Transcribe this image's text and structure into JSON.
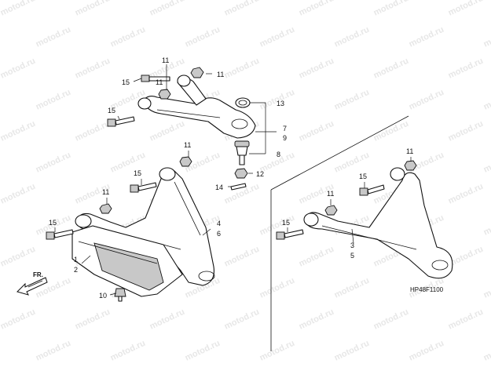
{
  "watermark": "motod.ru",
  "diagram_code": "HP48F1100",
  "direction_label": "FR.",
  "callouts": {
    "c1": "1",
    "c2": "2",
    "c3": "3",
    "c4": "4",
    "c5": "5",
    "c6": "6",
    "c7": "7",
    "c8": "8",
    "c9": "9",
    "c10": "10",
    "c11": "11",
    "c12": "12",
    "c13": "13",
    "c14": "14",
    "c15": "15"
  }
}
